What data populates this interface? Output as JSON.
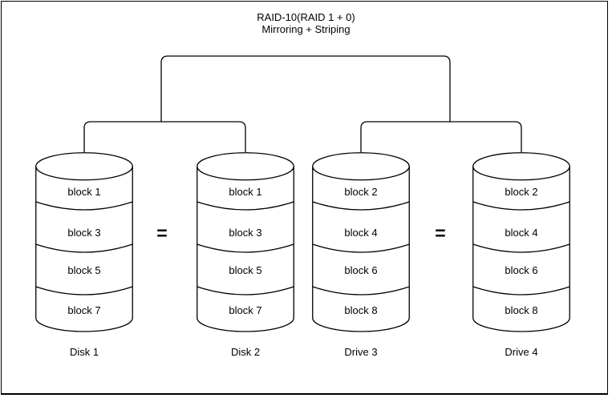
{
  "title": {
    "line1": "RAID-10(RAID 1 + 0)",
    "line2": "Mirroring + Striping"
  },
  "equals_symbol": "=",
  "disks": [
    {
      "name": "Disk 1",
      "blocks": [
        "block 1",
        "block 3",
        "block 5",
        "block 7"
      ]
    },
    {
      "name": "Disk 2",
      "blocks": [
        "block 1",
        "block 3",
        "block 5",
        "block 7"
      ]
    },
    {
      "name": "Drive 3",
      "blocks": [
        "block 2",
        "block 4",
        "block 6",
        "block 8"
      ]
    },
    {
      "name": "Drive 4",
      "blocks": [
        "block 2",
        "block 4",
        "block 6",
        "block 8"
      ]
    }
  ],
  "colors": {
    "line": "#000000",
    "background": "#ffffff",
    "text": "#000000"
  }
}
